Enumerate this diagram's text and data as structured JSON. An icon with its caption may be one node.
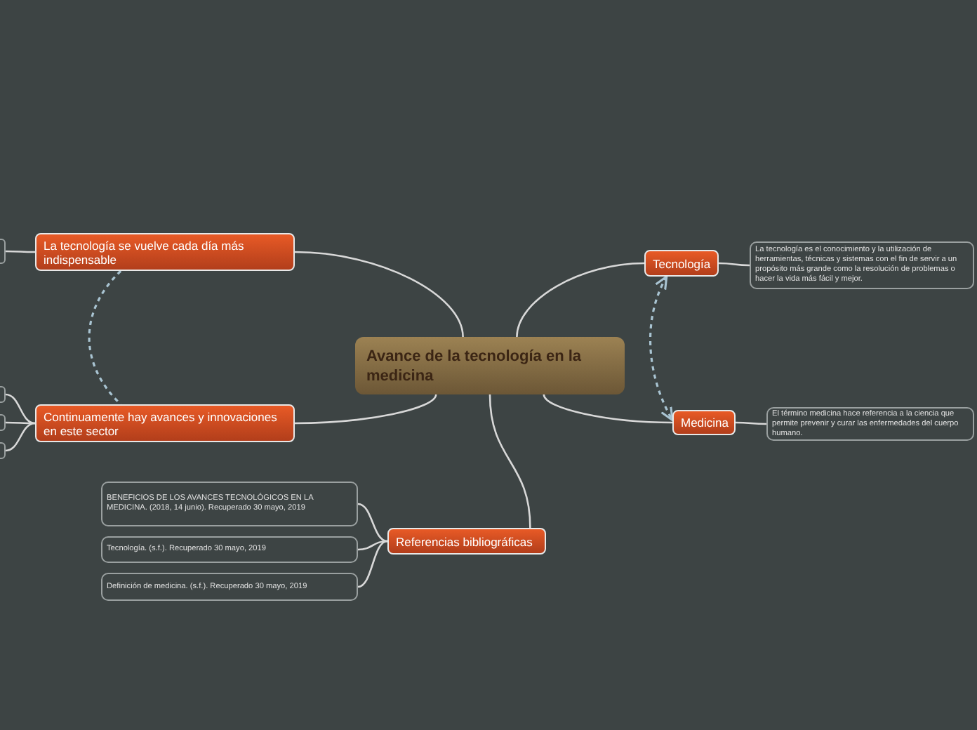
{
  "diagram": {
    "nodes": [
      {
        "text": [
          "Avance de la tecnología en la medicina"
        ]
      },
      {
        "text": [
          "La tecnología se vuelve cada día más indispensable"
        ]
      },
      {
        "text": [
          "Continuamente hay avances y innovaciones en este sector"
        ]
      },
      {
        "text": [
          "Tecnología"
        ]
      },
      {
        "text": [
          "Medicina"
        ]
      },
      {
        "text": [
          "Referencias bibliográficas"
        ]
      },
      {
        "text": [
          "La tecnología es el conocimiento y la utilización de herramientas, técnicas y sistemas con el fin de servir a un propósito más grande como la resolución de problemas o hacer la vida más fácil y mejor."
        ]
      },
      {
        "text": [
          "El término medicina hace referencia a la ciencia que permite prevenir y curar las enfermedades del cuerpo humano."
        ]
      },
      {
        "text": [
          "BENEFICIOS DE LOS AVANCES TECNOLÓGICOS EN LA MEDICINA. (2018, 14 junio). Recuperado 30 mayo, 2019"
        ]
      },
      {
        "text": [
          "Tecnología. (s.f.). Recuperado 30 mayo, 2019"
        ]
      },
      {
        "text": [
          "Definición de medicina. (s.f.). Recuperado 30 mayo, 2019"
        ]
      },
      {
        "text": [],
        "shape": "box"
      },
      {
        "text": [],
        "shape": "box"
      },
      {
        "text": [],
        "shape": "box"
      },
      {
        "text": [],
        "shape": "box"
      }
    ],
    "edges": [
      {
        "from": 0,
        "to": 1,
        "arrow": "none"
      },
      {
        "from": 0,
        "to": 2,
        "arrow": "none"
      },
      {
        "from": 0,
        "to": 3,
        "arrow": "none"
      },
      {
        "from": 0,
        "to": 4,
        "arrow": "none"
      },
      {
        "from": 0,
        "to": 5,
        "arrow": "none"
      },
      {
        "from": 3,
        "to": 6,
        "arrow": "none"
      },
      {
        "from": 4,
        "to": 7,
        "arrow": "none"
      },
      {
        "from": 5,
        "to": 8,
        "arrow": "none"
      },
      {
        "from": 5,
        "to": 9,
        "arrow": "none"
      },
      {
        "from": 5,
        "to": 10,
        "arrow": "none"
      },
      {
        "from": 1,
        "to": 11,
        "arrow": "none"
      },
      {
        "from": 2,
        "to": 12,
        "arrow": "none"
      },
      {
        "from": 2,
        "to": 13,
        "arrow": "none"
      },
      {
        "from": 2,
        "to": 14,
        "arrow": "none"
      },
      {
        "from": 1,
        "to": 2,
        "arrow": "none",
        "style": "dashed",
        "color": "#a9c4d2"
      },
      {
        "from": 3,
        "to": 4,
        "arrow": "both",
        "style": "dashed",
        "color": "#a9c4d2"
      }
    ]
  }
}
